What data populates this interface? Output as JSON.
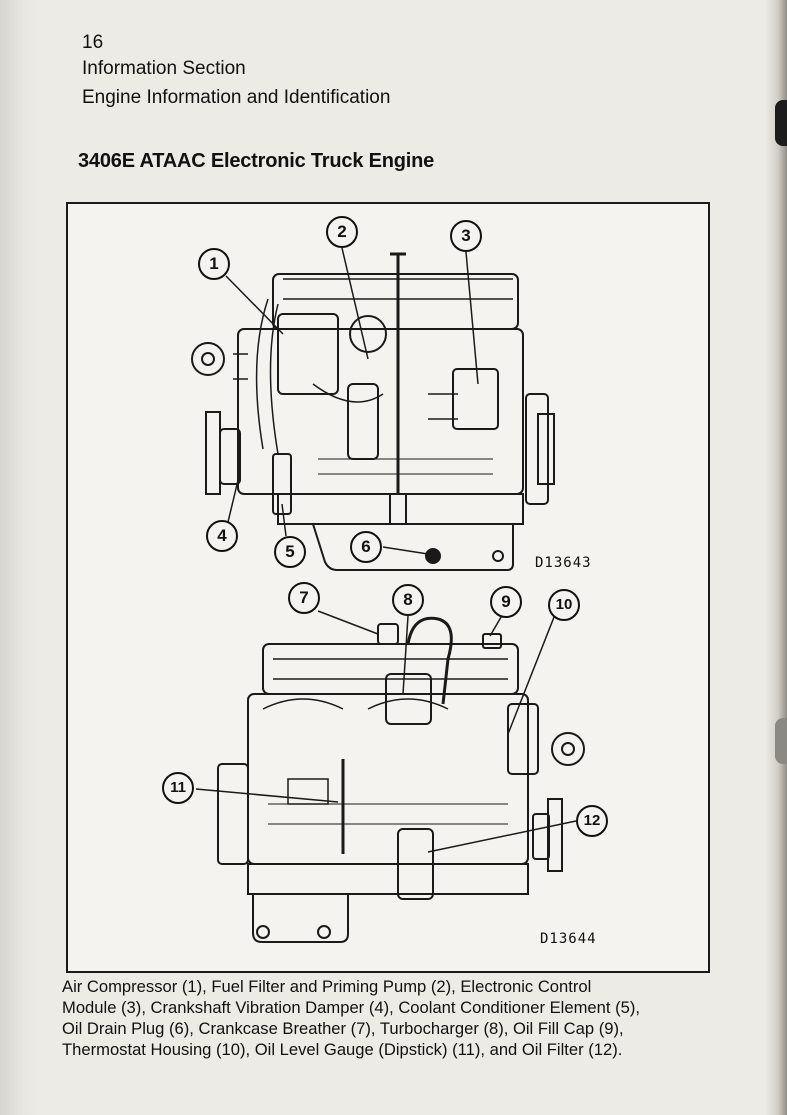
{
  "header": {
    "page_number": "16",
    "section": "Information Section",
    "subsection": "Engine Information and Identification"
  },
  "figure": {
    "title": "3406E ATAAC Electronic Truck Engine",
    "top_view_id": "D13643",
    "bottom_view_id": "D13644",
    "callouts": [
      "1",
      "2",
      "3",
      "4",
      "5",
      "6",
      "7",
      "8",
      "9",
      "10",
      "11",
      "12"
    ]
  },
  "caption": {
    "lines": [
      "Air Compressor (1), Fuel Filter and Priming Pump (2), Electronic Control",
      "Module (3), Crankshaft Vibration Damper (4), Coolant Conditioner Element (5),",
      "Oil Drain Plug (6), Crankcase Breather (7), Turbocharger (8), Oil Fill Cap (9),",
      "Thermostat Housing (10), Oil Level Gauge (Dipstick) (11), and Oil Filter (12)."
    ]
  }
}
